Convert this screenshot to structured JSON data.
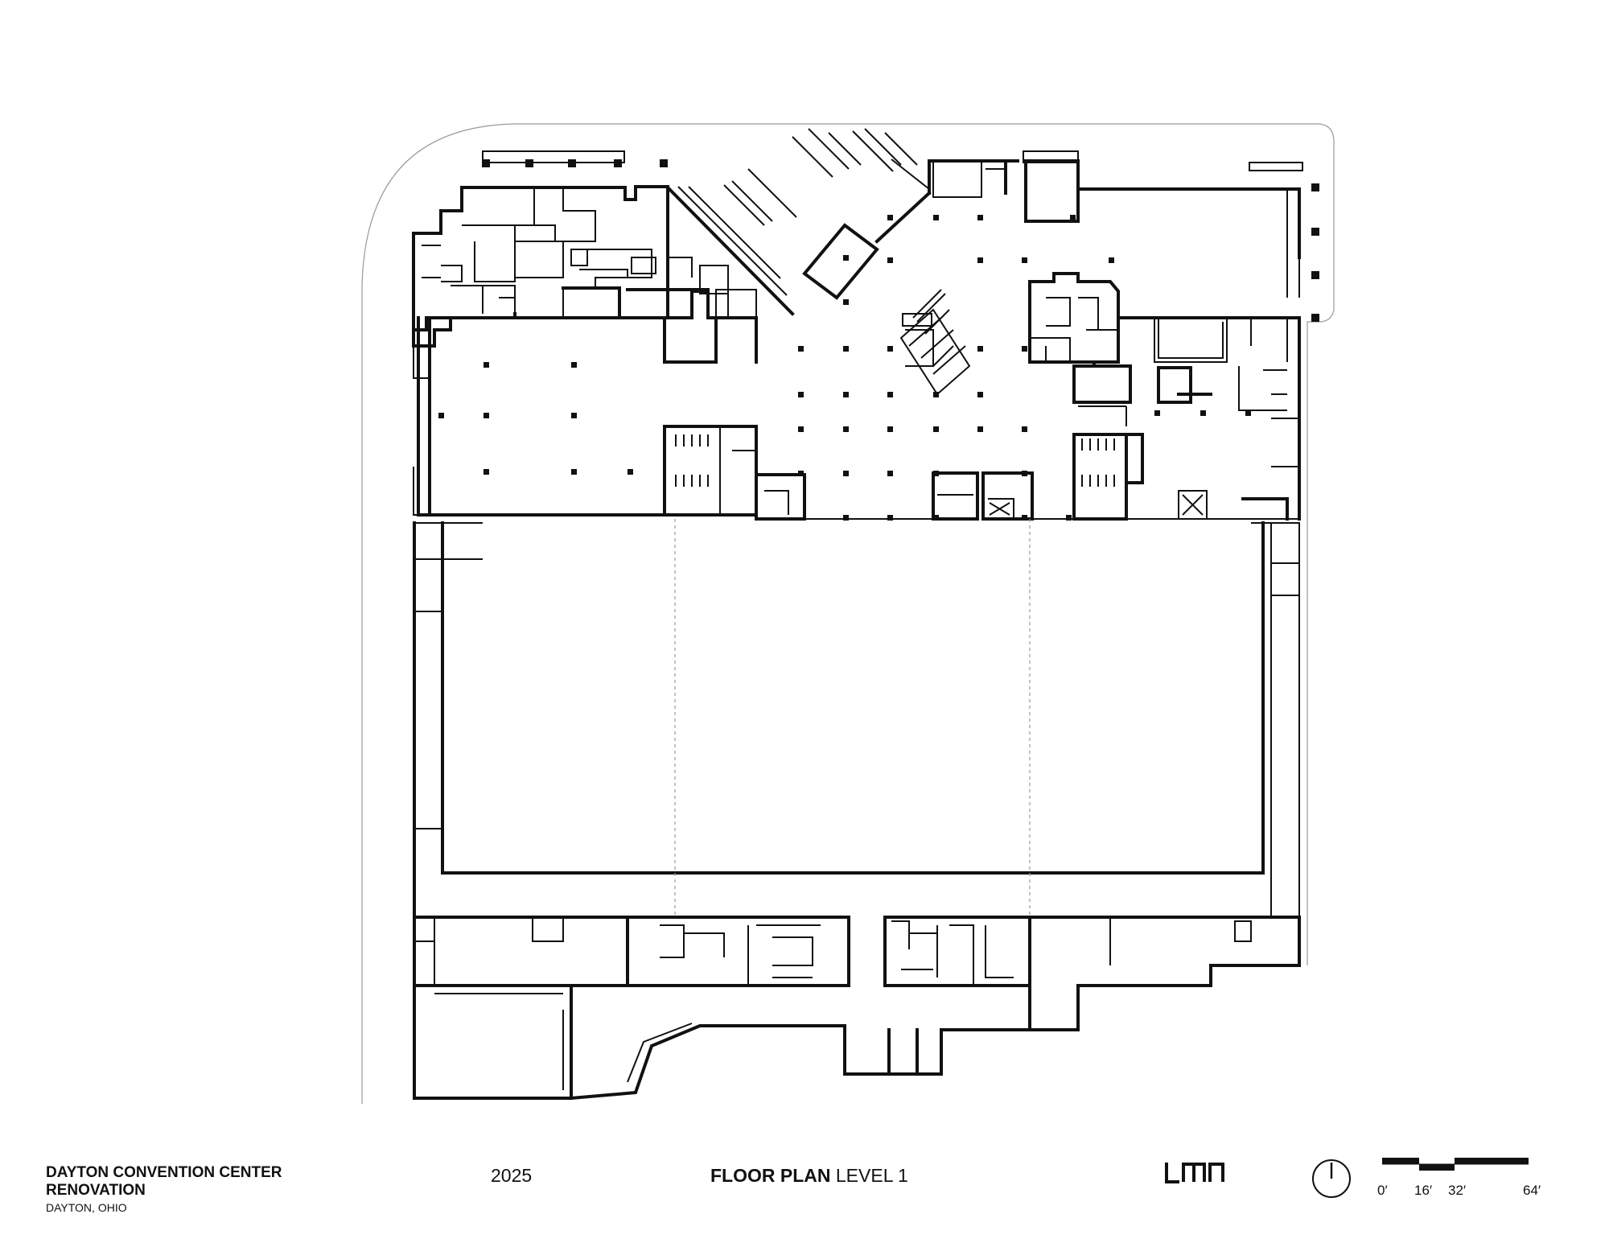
{
  "title_block": {
    "project_name": "DAYTON CONVENTION CENTER RENOVATION",
    "location": "DAYTON, OHIO",
    "year": "2025",
    "drawing_title_bold": "FLOOR PLAN",
    "drawing_title_level": "LEVEL 1",
    "firm_logo_text": "LMN"
  },
  "scale_bar": {
    "labels": [
      "0′",
      "16′",
      "32′",
      "64′"
    ]
  },
  "icons": {
    "north_arrow": "north-arrow-icon",
    "logo": "lmn-logo"
  }
}
